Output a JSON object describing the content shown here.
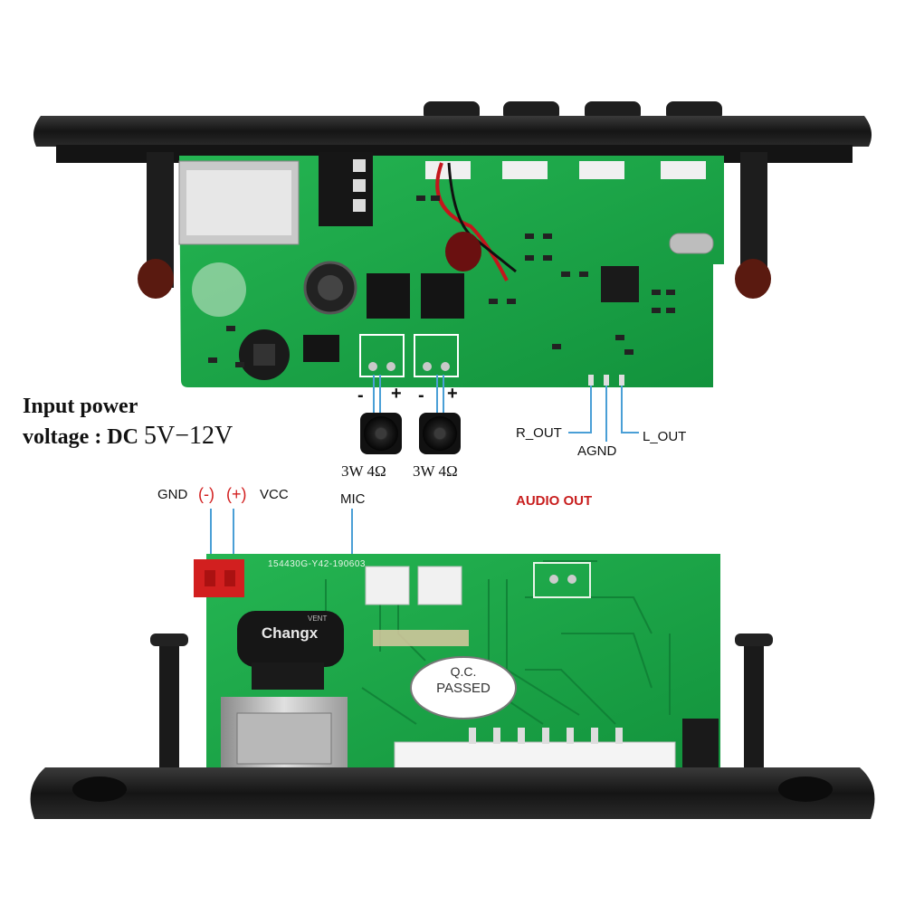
{
  "power_note": {
    "line1": "Input power",
    "line2_prefix": "voltage : DC ",
    "line2_value": "5V−12V"
  },
  "speakers": [
    {
      "minus": "-",
      "plus": "+",
      "spec": "3W 4Ω"
    },
    {
      "minus": "-",
      "plus": "+",
      "spec": "3W 4Ω"
    }
  ],
  "audio_pins": {
    "r_out": "R_OUT",
    "agnd": "AGND",
    "l_out": "L_OUT",
    "section": "AUDIO OUT"
  },
  "power_pins": {
    "gnd": "GND",
    "neg": "(-)",
    "pos": "(+)",
    "vcc": "VCC"
  },
  "mic_label": "MIC",
  "board_marks": {
    "part_number": "154430G-Y42-190603",
    "qc_line1": "Q.C.",
    "qc_line2": "PASSED",
    "capacitor_brand": "Changx",
    "capacitor_sub": "VENT"
  },
  "colors": {
    "pcb": "#1fa84a",
    "pcb_dark": "#0f7d34",
    "bezel": "#1c1c1c",
    "accent_red": "#d21f1f",
    "lead_blue": "#4a9fd6"
  }
}
